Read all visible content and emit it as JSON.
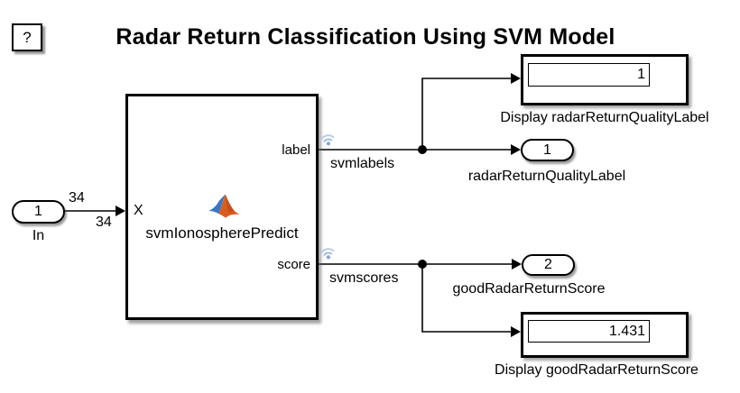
{
  "title": "Radar Return Classification Using SVM Model",
  "help": {
    "label": "?"
  },
  "inport": {
    "number": "1",
    "name": "In"
  },
  "annotations": {
    "signal_width_top": "34",
    "signal_width_bottom": "34"
  },
  "predict_block": {
    "name": "svmIonospherePredict",
    "input_port": "X",
    "output_port_label": "label",
    "output_port_score": "score"
  },
  "signals": {
    "labels_name": "svmlabels",
    "scores_name": "svmscores"
  },
  "display_label": {
    "value": "1",
    "name": "Display radarReturnQualityLabel"
  },
  "outport_label": {
    "number": "1",
    "name": "radarReturnQualityLabel"
  },
  "outport_score": {
    "number": "2",
    "name": "goodRadarReturnScore"
  },
  "display_score": {
    "value": "1.431",
    "name": "Display goodRadarReturnScore"
  },
  "icons": {
    "matlab_logo": "matlab-membrane-logo",
    "streaming_badge": "streaming-signal-icon"
  },
  "colors": {
    "logo_orange": "#D85C1E",
    "logo_orange_dark": "#B34713",
    "logo_blue": "#3A77C2",
    "wireless_arc_light": "#B6CBE9",
    "wireless_arc": "#9DB8E0",
    "wireless_dot": "#86A5D2",
    "wire": "#000000"
  }
}
